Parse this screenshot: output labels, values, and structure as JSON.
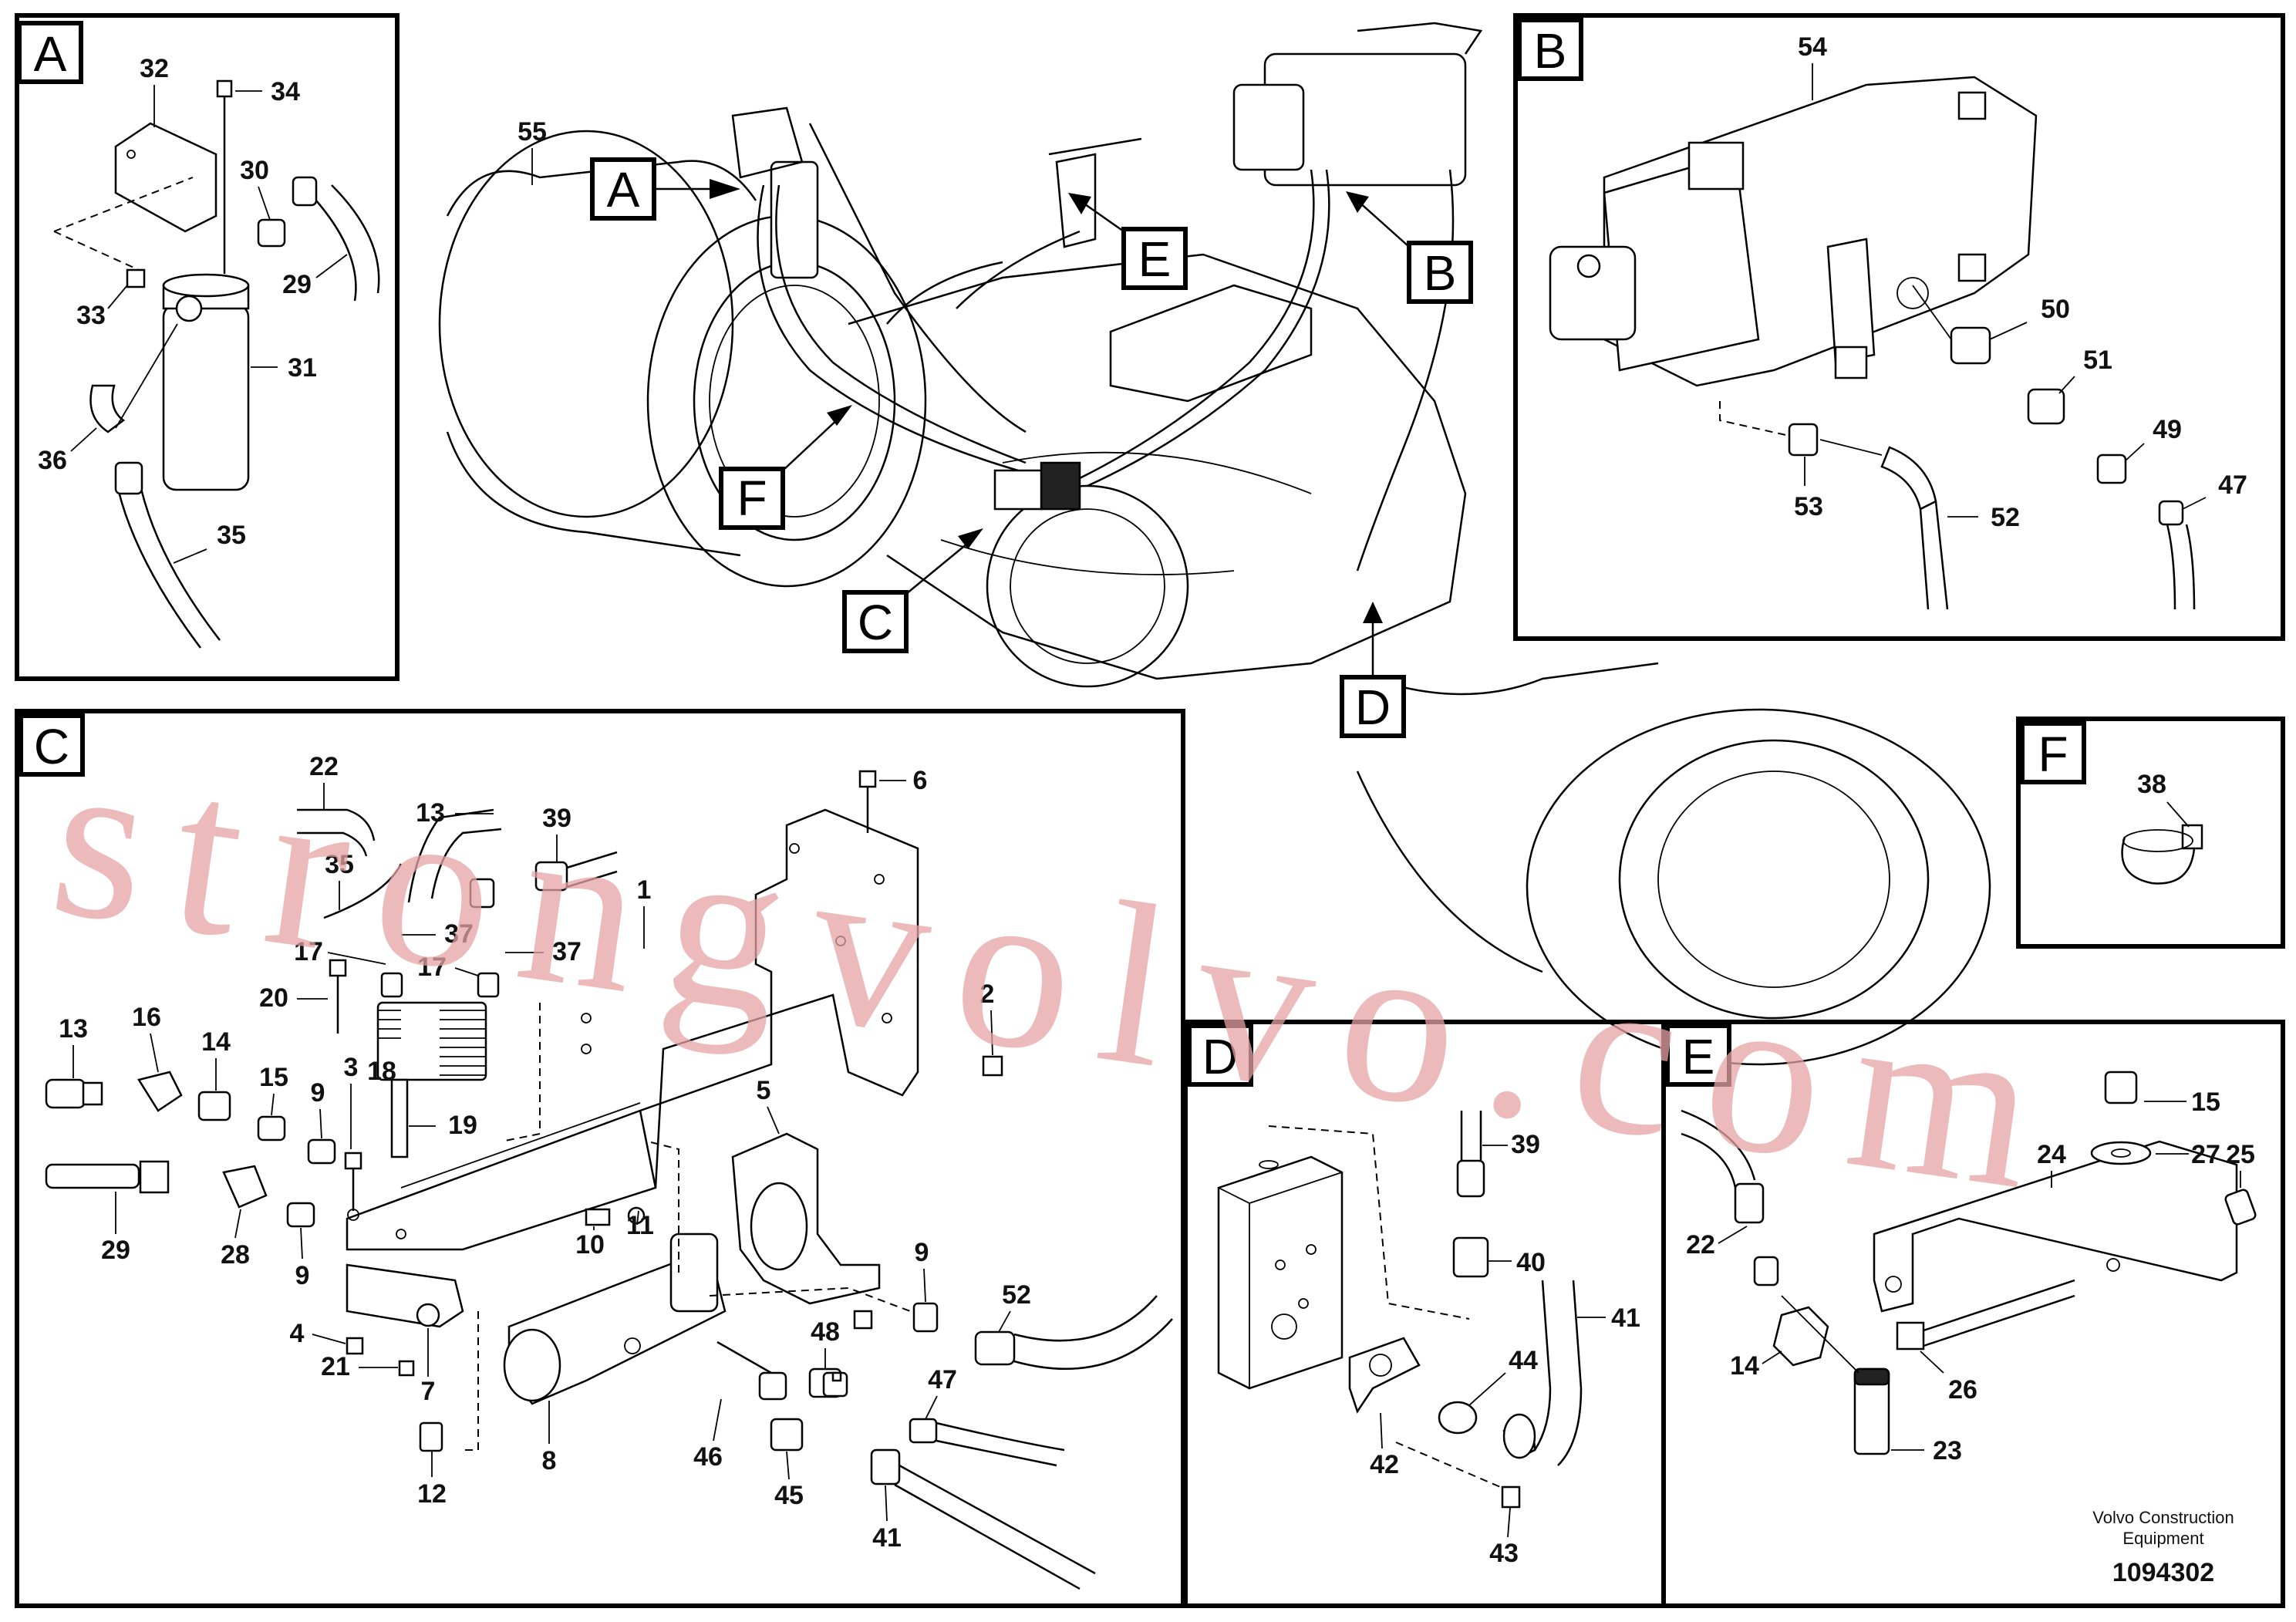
{
  "panels": {
    "A": {
      "letter": "A",
      "labels": [
        "32",
        "34",
        "30",
        "29",
        "33",
        "31",
        "36",
        "35"
      ]
    },
    "B": {
      "letter": "B",
      "labels": [
        "54",
        "50",
        "51",
        "49",
        "47",
        "53",
        "52"
      ]
    },
    "C": {
      "letter": "C",
      "labels": [
        "22",
        "13",
        "39",
        "6",
        "35",
        "1",
        "17",
        "37",
        "17",
        "37",
        "20",
        "2",
        "13",
        "16",
        "14",
        "15",
        "9",
        "3",
        "18",
        "19",
        "5",
        "29",
        "28",
        "9",
        "10",
        "11",
        "4",
        "21",
        "7",
        "9",
        "52",
        "48",
        "47",
        "12",
        "8",
        "46",
        "45",
        "41"
      ]
    },
    "D": {
      "letter": "D",
      "labels": [
        "39",
        "40",
        "41",
        "44",
        "42",
        "43"
      ]
    },
    "E": {
      "letter": "E",
      "labels": [
        "15",
        "27",
        "24",
        "25",
        "22",
        "14",
        "26",
        "23"
      ]
    },
    "F": {
      "letter": "F",
      "labels": [
        "38"
      ]
    }
  },
  "overview": {
    "callouts": [
      "A",
      "E",
      "B",
      "F",
      "C",
      "D"
    ],
    "labels": [
      "55"
    ]
  },
  "footer": {
    "company_line1": "Volvo Construction",
    "company_line2": "Equipment",
    "drawing_number": "1094302"
  },
  "watermark": "strongvolvo.com"
}
